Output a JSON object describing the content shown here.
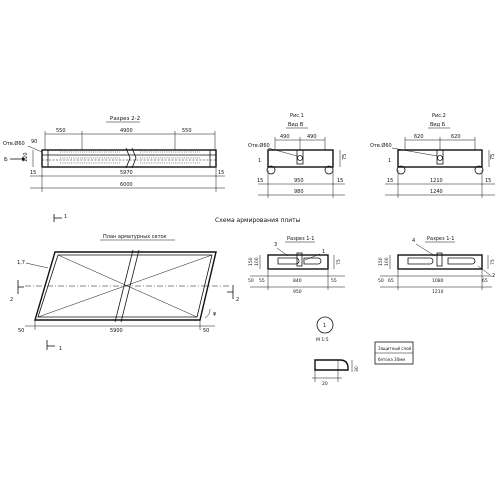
{
  "section22": {
    "title": "Разрез 2-2",
    "hole": "Отв.Ø60",
    "d550a": "550",
    "d4900": "4900",
    "d550b": "550",
    "d90": "90",
    "d120": "120",
    "d15a": "15",
    "d15b": "15",
    "d5970": "5970",
    "d6000": "6000",
    "b": "Б"
  },
  "fig1": {
    "title": "Рис.1",
    "view": "Вид В",
    "hole": "Отв.Ø60",
    "d490a": "490",
    "d490b": "490",
    "d75": "75",
    "d15a": "15",
    "d950": "950",
    "d15b": "15",
    "d980": "980",
    "n1": "1"
  },
  "fig2": {
    "title": "Рис.2",
    "view": "Вид Б",
    "hole": "Отв.Ø60",
    "d620a": "620",
    "d620b": "620",
    "d75": "75",
    "d15a": "15",
    "d1210": "1210",
    "d15b": "15",
    "d1240": "1240",
    "n1": "1"
  },
  "scheme_title": "Схема армирования плиты",
  "plan": {
    "title": "План арматурных сеток",
    "n17": "1,7",
    "n2a": "2",
    "n2b": "2",
    "n1a": "1",
    "n1b": "1",
    "d50a": "50",
    "d5900": "5900",
    "d50b": "50",
    "phi": "φ"
  },
  "cut1a": {
    "title": "Разрез 1-1",
    "n3": "3",
    "n1": "1",
    "d150": "150",
    "d100": "100",
    "d75": "75",
    "d50": "50",
    "d55a": "55",
    "d840": "840",
    "d55b": "55",
    "d950": "950"
  },
  "cut1b": {
    "title": "Разрез 1-1",
    "n4": "4",
    "n2": "2",
    "d150": "150",
    "d100": "100",
    "d75": "75",
    "d50": "50",
    "d65a": "65",
    "d1080": "1080",
    "d65b": "65",
    "d1210": "1210"
  },
  "detail": {
    "n1": "1",
    "scale": "М 1:5",
    "d20": "20",
    "d30": "30"
  },
  "note": {
    "line1": "Защитный слой",
    "line2": "бетона 30мм"
  }
}
